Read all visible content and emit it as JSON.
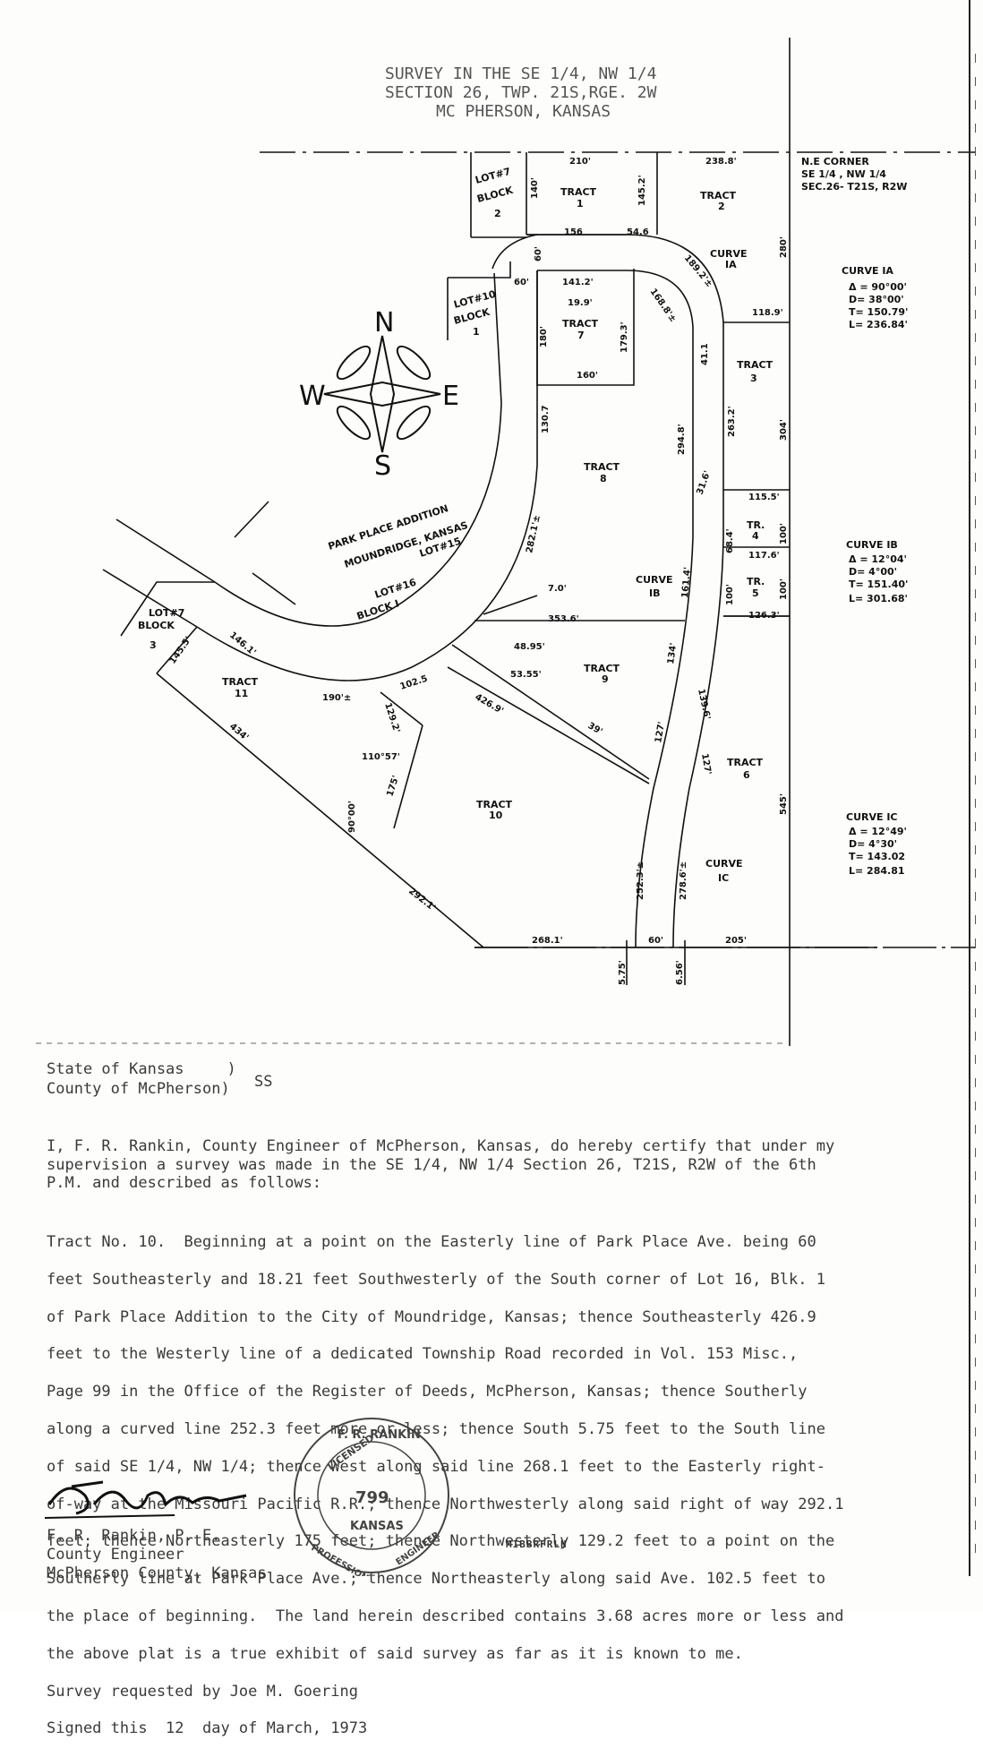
{
  "title": {
    "line1": "SURVEY IN THE SE 1/4, NW 1/4",
    "line2": "SECTION 26, TWP. 21S,RGE. 2W",
    "line3": "MC PHERSON, KANSAS"
  },
  "compass": {
    "n": "N",
    "s": "S",
    "e": "E",
    "w": "W"
  },
  "ne_corner": {
    "line1": "N.E CORNER",
    "line2": "SE 1/4 , NW 1/4",
    "line3": "SEC.26- T21S, R2W"
  },
  "curves": {
    "c1a": {
      "name": "CURVE IA",
      "delta": "Δ = 90°00'",
      "d": "D= 38°00'",
      "t": "T= 150.79'",
      "l": "L= 236.84'"
    },
    "c1b": {
      "name": "CURVE IB",
      "delta": "Δ = 12°04'",
      "d": "D= 4°00'",
      "t": "T= 151.40'",
      "l": "L= 301.68'"
    },
    "c1c": {
      "name": "CURVE IC",
      "delta": "Δ = 12°49'",
      "d": "D= 4°30'",
      "t": "T= 143.02",
      "l": "L= 284.81"
    }
  },
  "plat_labels": {
    "lot7_block2": [
      "LOT#7",
      "BLOCK",
      "2"
    ],
    "lot10_block1": [
      "LOT#10",
      "BLOCK",
      "1"
    ],
    "lot7_block3": [
      "LOT#7",
      "BLOCK",
      "3"
    ],
    "tract1": [
      "TRACT",
      "1"
    ],
    "tract2": [
      "TRACT",
      "2"
    ],
    "tract3": [
      "TRACT",
      "3"
    ],
    "tract4": [
      "TR.",
      "4"
    ],
    "tract5": [
      "TR.",
      "5"
    ],
    "tract6": [
      "TRACT",
      "6"
    ],
    "tract7": [
      "TRACT",
      "7"
    ],
    "tract8": [
      "TRACT",
      "8"
    ],
    "tract9": [
      "TRACT",
      "9"
    ],
    "tract10": [
      "TRACT",
      "10"
    ],
    "tract11": [
      "TRACT",
      "11"
    ],
    "curve1a_label": [
      "CURVE",
      "IA"
    ],
    "curve1b_label": [
      "CURVE",
      "IB"
    ],
    "curve1c_label": [
      "CURVE",
      "IC"
    ],
    "park_place_addition": "PARK PLACE ADDITION",
    "moundridge_kansas": "MOUNDRIDGE, KANSAS",
    "lot15": "LOT#15",
    "lot16": "LOT#16",
    "block1_lower": "BLOCK I"
  },
  "dimensions": [
    "210'",
    "238.8'",
    "140'",
    "145.2'",
    "156",
    "54.6",
    "280'",
    "60'",
    "60'",
    "141.2'",
    "19.9'",
    "189.2'±",
    "168.8'±",
    "118.9'",
    "180'",
    "179.3'",
    "160'",
    "41.1",
    "130.7",
    "294.8'",
    "263.2'",
    "304'",
    "31.6'",
    "115.5'",
    "68.4'",
    "117.6'",
    "100'",
    "100'",
    "126.3'",
    "100'",
    "282.1'±",
    "161.4'",
    "7.0'",
    "353.6'",
    "48.95'",
    "53.55'",
    "134'",
    "139.6'",
    "146.1'",
    "145.5'",
    "190'±",
    "102.5",
    "129.2'",
    "110°57'",
    "426.9'",
    "39'",
    "434'",
    "127'",
    "127'",
    "175'",
    "90°00'",
    "545'",
    "292.1'",
    "252.3'±",
    "278.6'±",
    "268.1'",
    "60'",
    "205'",
    "5.75'",
    "6.56'"
  ],
  "statement": {
    "state": "State of Kansas",
    "county": "County of McPherson)",
    "paren": ")",
    "ss": "SS"
  },
  "certification": "I, F. R. Rankin, County Engineer of McPherson, Kansas, do hereby certify that under my\nsupervision a survey was made in the SE 1/4, NW 1/4 Section 26, T21S, R2W of the 6th\nP.M. and described as follows:",
  "tract_lines": [
    "Tract No. 10.  Beginning at a point on the Easterly line of Park Place Ave. being 60",
    "feet Southeasterly and 18.21 feet Southwesterly of the South corner of Lot 16, Blk. 1",
    "of Park Place Addition to the City of Moundridge, Kansas; thence Southeasterly 426.9",
    "feet to the Westerly line of a dedicated Township Road recorded in Vol. 153 Misc.,",
    "Page 99 in the Office of the Register of Deeds, McPherson, Kansas; thence Southerly",
    "along a curved line 252.3 feet more or less; thence South 5.75 feet to the South line",
    "of said SE 1/4, NW 1/4; thence West along said line 268.1 feet to the Easterly right-",
    "of-way at the Missouri Pacific R.R.; thence Northwesterly along said right of way 292.1",
    "feet; thence Northeasterly 175 feet; thence Northwesterly 129.2 feet to a point on the",
    "Southerly line at Park Place Ave.; thence Northeasterly along said Ave. 102.5 feet to",
    "the place of beginning.  The land herein described contains 3.68 acres more or less and",
    "the above plat is a true exhibit of said survey as far as it is known to me.",
    "Survey requested by Joe M. Goering",
    "Signed this  12  day of March, 1973"
  ],
  "signer": {
    "name": "F. R. Rankin, P. E.",
    "title": "County Engineer",
    "county": "McPherson County, Kansas"
  },
  "seal": {
    "top": "F. R. RANKIN",
    "number": "799",
    "bottom": "KANSAS",
    "left": "LICENSED",
    "ring": "PROFESSIONAL ENGINEER"
  },
  "stamp": "MIBBRFRLH"
}
